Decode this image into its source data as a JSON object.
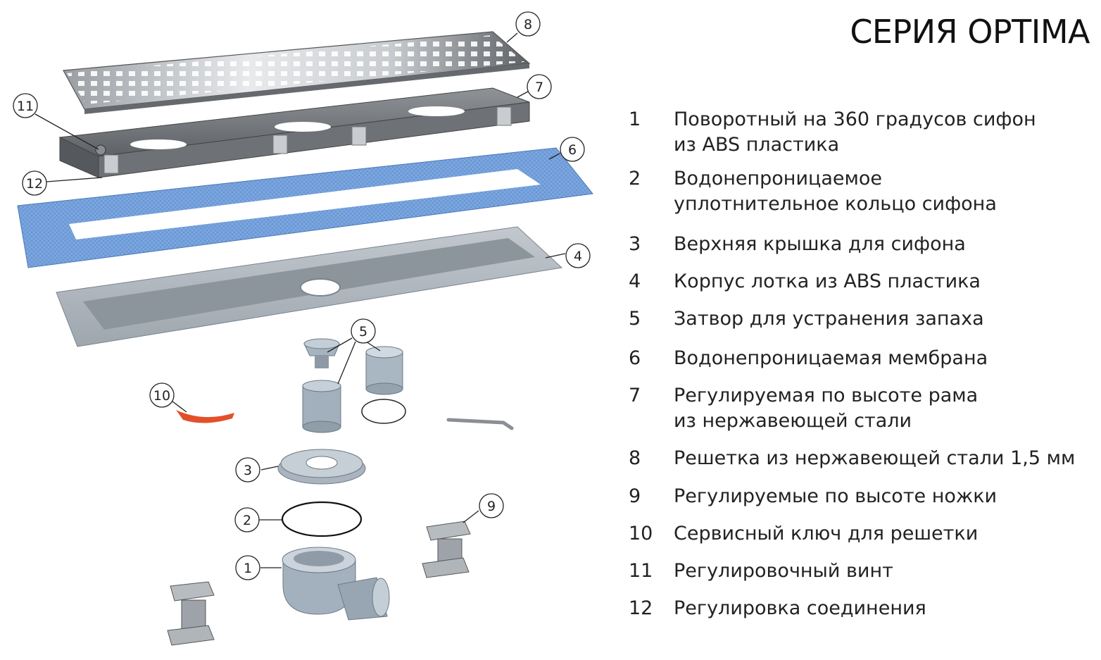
{
  "title": "СЕРИЯ OPTIMA",
  "legend": [
    {
      "num": "1",
      "lines": [
        "Поворотный на 360 градусов сифон",
        "из ABS пластика"
      ]
    },
    {
      "num": "2",
      "lines": [
        "Водонепроницаемое",
        "уплотнительное кольцо сифона"
      ]
    },
    {
      "num": "3",
      "lines": [
        "Верхняя крышка для сифона"
      ]
    },
    {
      "num": "4",
      "lines": [
        "Корпус лотка из ABS пластика"
      ]
    },
    {
      "num": "5",
      "lines": [
        "Затвор для устранения запаха"
      ]
    },
    {
      "num": "6",
      "lines": [
        "Водонепроницаемая мембрана"
      ]
    },
    {
      "num": "7",
      "lines": [
        "Регулируемая по высоте рама",
        "из нержавеющей стали"
      ]
    },
    {
      "num": "8",
      "lines": [
        "Решетка из нержавеющей стали 1,5 мм"
      ]
    },
    {
      "num": "9",
      "lines": [
        "Регулируемые по высоте ножки"
      ]
    },
    {
      "num": "10",
      "lines": [
        "Сервисный ключ для решетки"
      ]
    },
    {
      "num": "11",
      "lines": [
        "Регулировочный винт"
      ]
    },
    {
      "num": "12",
      "lines": [
        "Регулировка соединения"
      ]
    }
  ],
  "callouts": [
    "8",
    "7",
    "11",
    "6",
    "12",
    "4",
    "5",
    "10",
    "3",
    "2",
    "9",
    "1"
  ],
  "colors": {
    "steel": "#b8bcc0",
    "abs_grey": "#a7b4bf",
    "membrane": "#5f8fd0",
    "key_red": "#e2502a"
  }
}
